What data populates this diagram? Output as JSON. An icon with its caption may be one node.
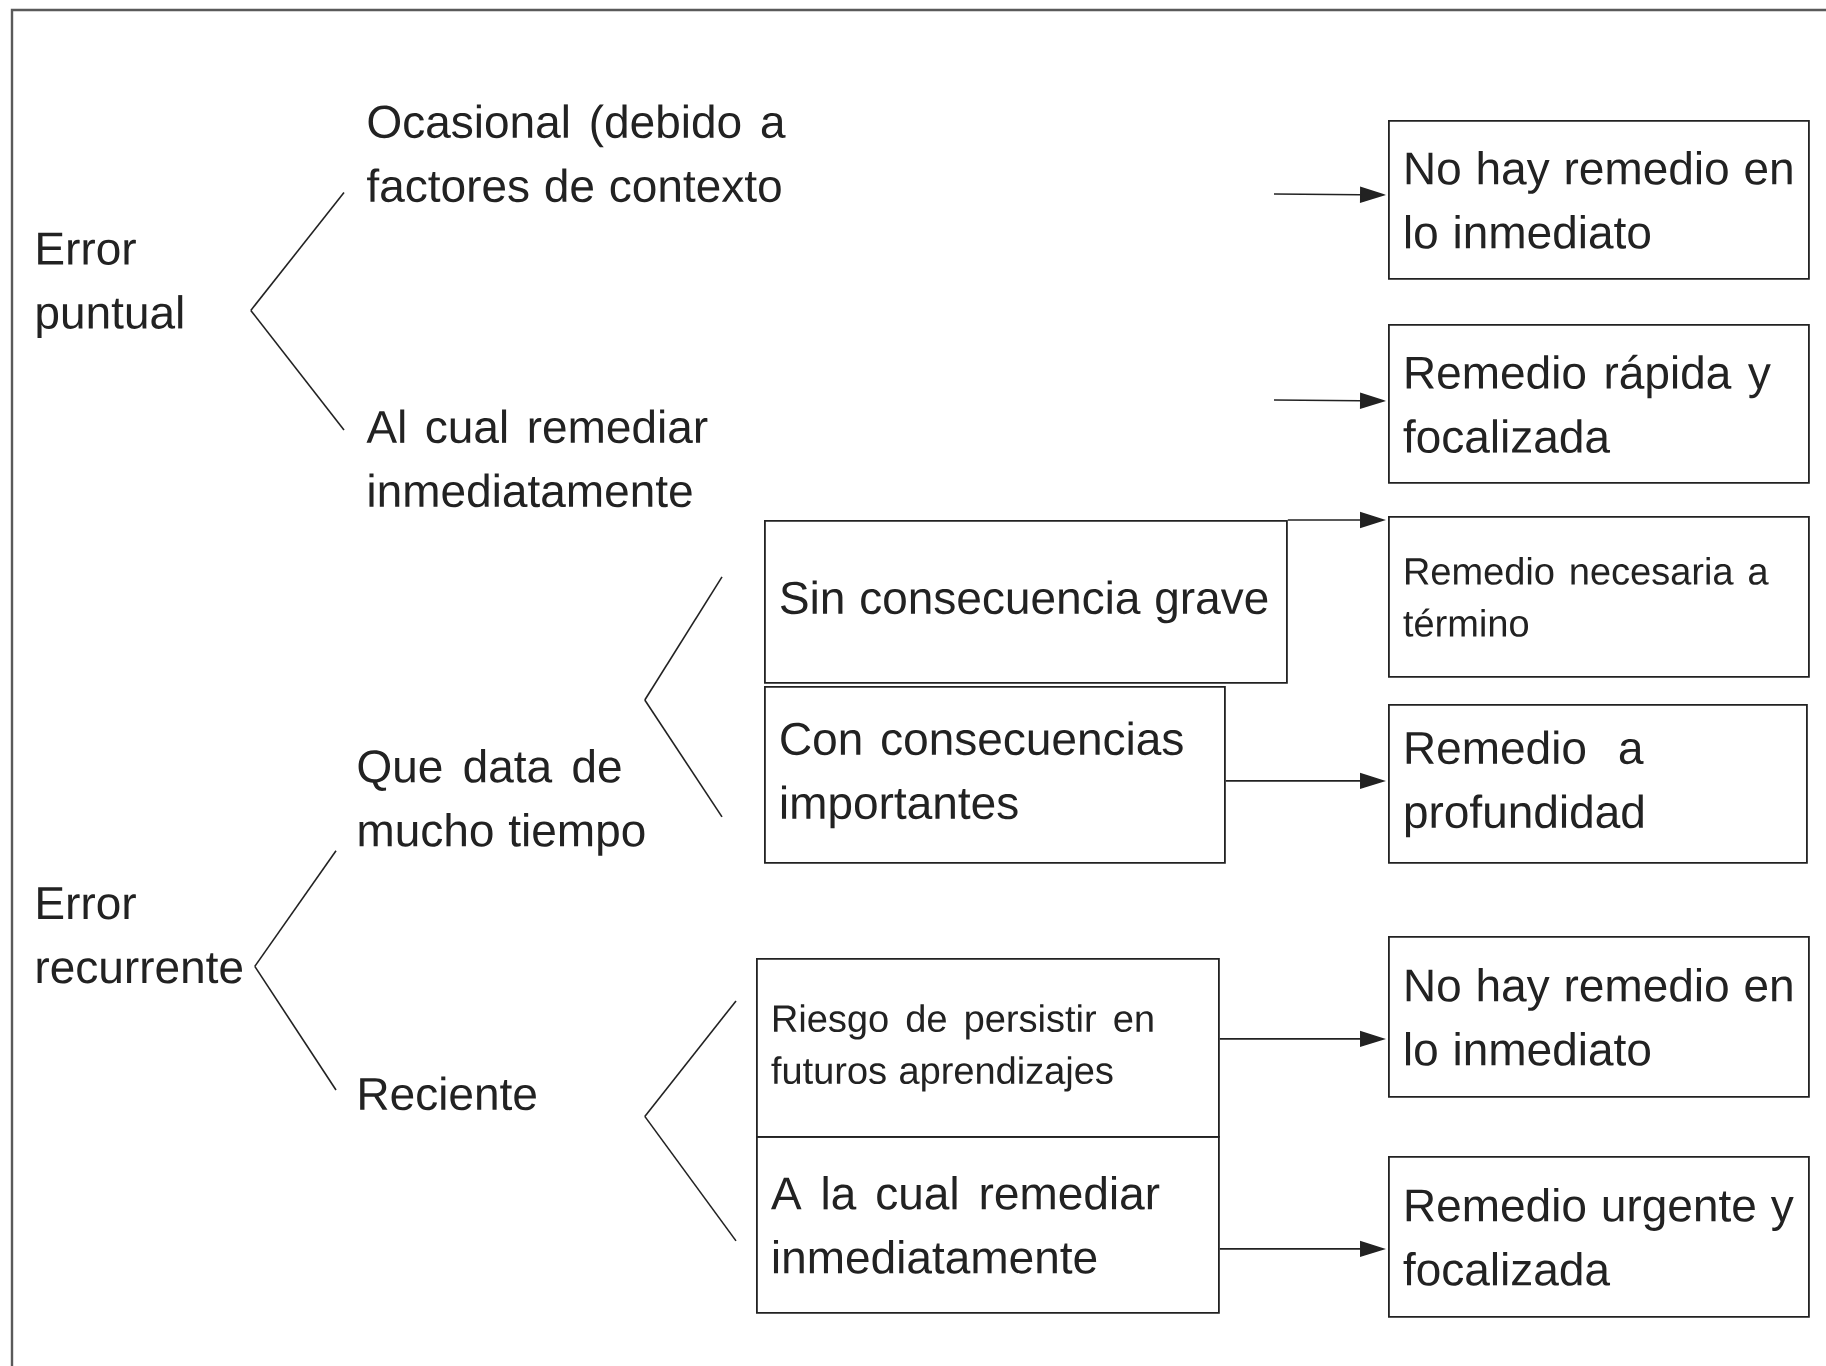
{
  "diagram": {
    "nodes": [
      {
        "text": [
          "Error puntual"
        ]
      },
      {
        "text": [
          "Ocasional (debido a factores de contexto"
        ]
      },
      {
        "text": [
          "No hay remedio en lo inmediato"
        ]
      },
      {
        "text": [
          "Al cual remediar inmediatamente"
        ]
      },
      {
        "text": [
          "Remedio rápida y focalizada"
        ]
      },
      {
        "text": [
          "Sin consecuencia grave"
        ]
      },
      {
        "text": [
          "Remedio necesaria a término"
        ]
      },
      {
        "text": [
          "Que data de mucho tiempo"
        ]
      },
      {
        "text": [
          "Con consecuencias importantes"
        ]
      },
      {
        "text": [
          "Remedio a profundidad"
        ]
      },
      {
        "text": [
          "Error recurrente"
        ]
      },
      {
        "text": [
          "Reciente"
        ]
      },
      {
        "text": [
          "Riesgo de persistir en futuros aprendizajes"
        ]
      },
      {
        "text": [
          "No hay remedio en lo inmediato"
        ]
      },
      {
        "text": [
          "A la cual remediar inmediatamente"
        ]
      },
      {
        "text": [
          "Remedio urgente y focalizada"
        ]
      }
    ],
    "edges": [
      {
        "from": 0,
        "to": 1,
        "arrow": "none"
      },
      {
        "from": 0,
        "to": 3,
        "arrow": "none"
      },
      {
        "from": null,
        "to": 2,
        "arrow": "to"
      },
      {
        "from": null,
        "to": 4,
        "arrow": "to"
      },
      {
        "from": 5,
        "to": 6,
        "arrow": "to"
      },
      {
        "from": 7,
        "to": 5,
        "arrow": "none"
      },
      {
        "from": 7,
        "to": 8,
        "arrow": "none"
      },
      {
        "from": 8,
        "to": 9,
        "arrow": "to"
      },
      {
        "from": 10,
        "to": 7,
        "arrow": "none"
      },
      {
        "from": 10,
        "to": 11,
        "arrow": "none"
      },
      {
        "from": 11,
        "to": 12,
        "arrow": "none"
      },
      {
        "from": 11,
        "to": 14,
        "arrow": "none"
      },
      {
        "from": 12,
        "to": 13,
        "arrow": "to"
      },
      {
        "from": 14,
        "to": 15,
        "arrow": "to"
      }
    ]
  }
}
